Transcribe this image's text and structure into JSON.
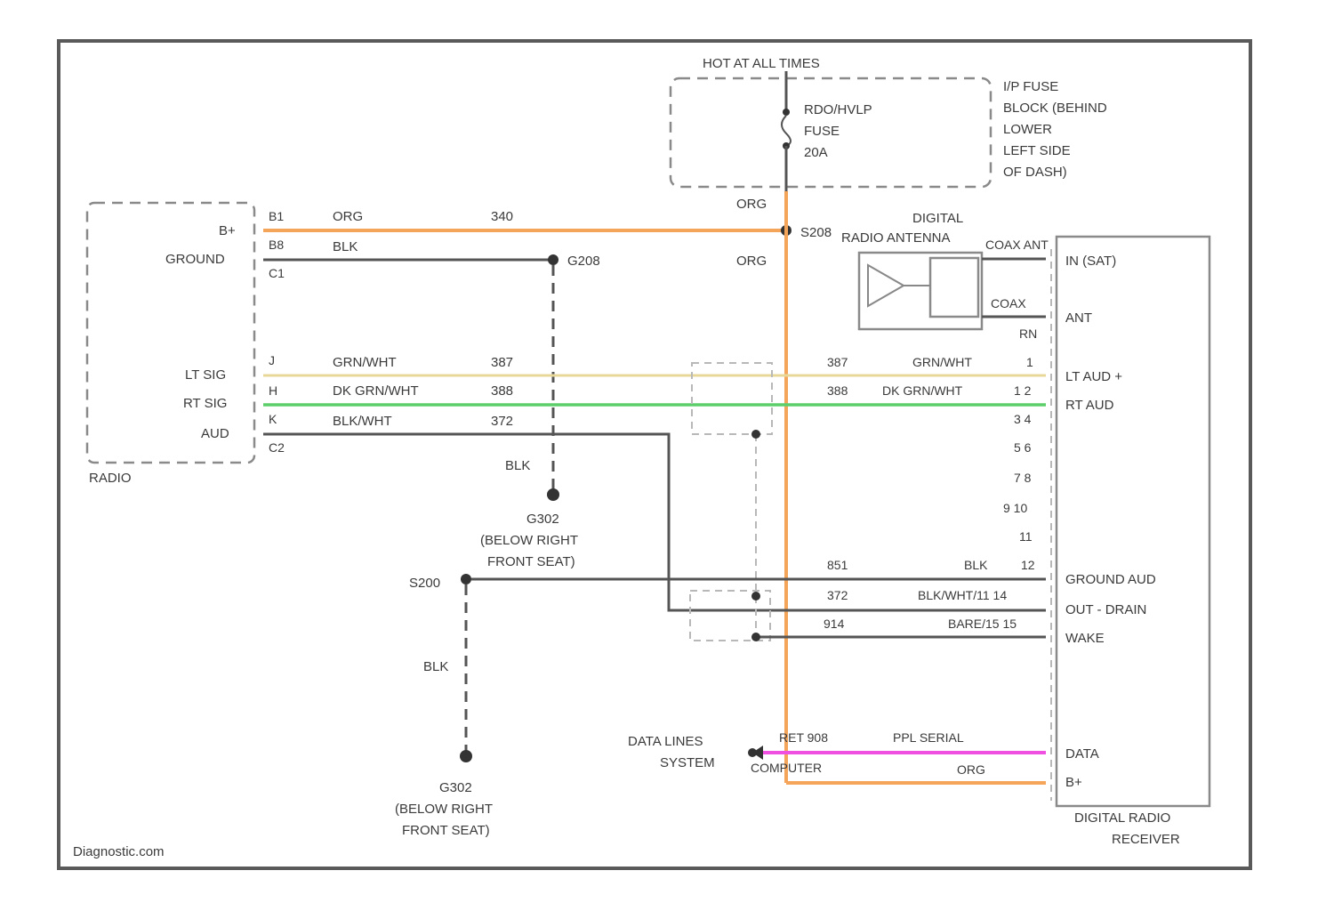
{
  "colors": {
    "orange": "#f5a55a",
    "black": "#555555",
    "yellow_green": "#e8d898",
    "green": "#5ccf6a",
    "pink": "#f050e0"
  },
  "labels": {
    "hot_at_all_times": "HOT AT ALL TIMES",
    "fuse_name": "RDO/HVLP",
    "fuse_word": "FUSE",
    "fuse_amp": "20A",
    "fuse_block_1": "I/P FUSE",
    "fuse_block_2": "BLOCK (BEHIND",
    "fuse_block_3": "LOWER",
    "fuse_block_4": "LEFT SIDE",
    "fuse_block_5": "OF DASH)",
    "radio": "RADIO",
    "radio_bplus": "B+",
    "radio_ground": "GROUND",
    "radio_lt_sig": "LT SIG",
    "radio_rt_sig": "RT SIG",
    "radio_aud": "AUD",
    "pin_c1_b": "B1",
    "pin_b8": "B8",
    "pin_c1_a": "C1",
    "pin_j": "J",
    "pin_h": "H",
    "pin_k": "K",
    "pin_c2": "C2",
    "org": "ORG",
    "blk": "BLK",
    "circ_340": "340",
    "g208": "G208",
    "s208": "S208",
    "s200": "S200",
    "wire_lt": "GRN/WHT",
    "wire_rt": "DK GRN/WHT",
    "wire_aud": "BLK/WHT",
    "circ_387": "387",
    "circ_388": "388",
    "circ_372": "372",
    "g302_1": "G302",
    "g302_2": "(BELOW RIGHT",
    "g302_3": "FRONT SEAT)",
    "g302b_1": "G302",
    "g302b_2": "(BELOW RIGHT",
    "g302b_3": "FRONT SEAT)",
    "antenna_1": "DIGITAL",
    "antenna_2": "RADIO ANTENNA",
    "coax_ant_top": "COAX ANT",
    "coax_bottom": "COAX",
    "pin_rin": "RN",
    "recv_in_sat": "IN (SAT)",
    "recv_ant": "ANT",
    "recv_lt_aud": "LT AUD +",
    "recv_rt_aud": "RT AUD",
    "recv_ground_aud": "GROUND AUD",
    "recv_out_drain": "OUT - DRAIN",
    "recv_wake": "WAKE",
    "recv_data": "DATA",
    "recv_bplus": "B+",
    "receiver_1": "DIGITAL RADIO",
    "receiver_2": "RECEIVER",
    "circ_387_r": "387",
    "wire_lt_r": "GRN/WHT",
    "pin_1_1": "1",
    "circ_388_r": "388",
    "wire_rt_r": "DK GRN/WHT",
    "pins_12": "1 2",
    "pins_34": "3 4",
    "pins_56": "5 6",
    "pins_78": "7 8",
    "pins_910": "9 10",
    "pin_11": "11",
    "circ_851": "851",
    "blk_r": "BLK",
    "pin_12": "12",
    "circ_372_r": "372",
    "wire_aud_r": "BLK/WHT/11 14",
    "circ_914": "914",
    "wire_wake": "BARE/15 15",
    "data_lines_1": "DATA LINES",
    "data_lines_2": "SYSTEM",
    "data_comp": "COMPUTER",
    "data_ret": "RET 908",
    "data_ppl": "PPL SERIAL",
    "org_bottom": "ORG",
    "watermark": "Diagnostic.com"
  }
}
